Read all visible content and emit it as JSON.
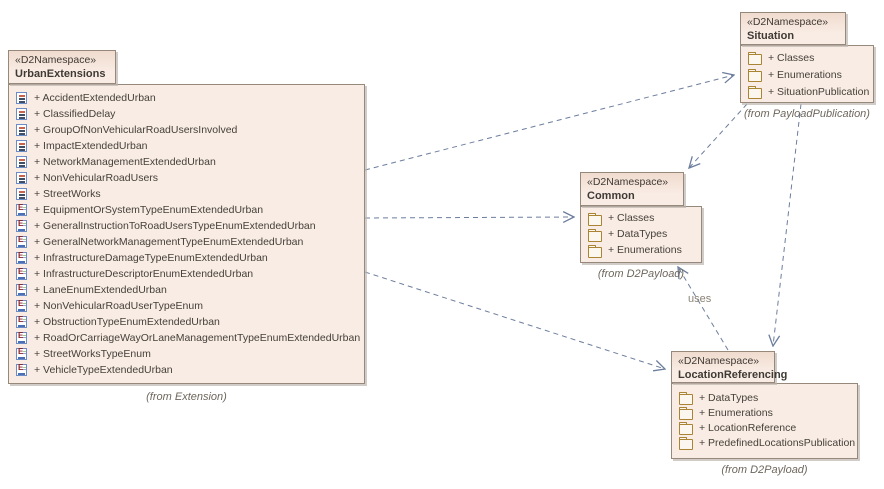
{
  "colors": {
    "background": "#ffffff",
    "package_fill": "#f9ece4",
    "package_border": "#97887c",
    "shadow": "#beb6af",
    "connector": "#6c7d9d",
    "text": "#3f3a34",
    "caption_text": "#6e675d",
    "folder_icon": "#a98434",
    "class_icon_blue": "#6b8cc7",
    "enum_letter_red": "#8c1f24"
  },
  "packages": {
    "urban_extensions": {
      "stereotype": "«D2Namespace»",
      "name": "UrbanExtensions",
      "caption": "(from Extension)",
      "items": [
        {
          "icon": "class",
          "label": "+ AccidentExtendedUrban"
        },
        {
          "icon": "class",
          "label": "+ ClassifiedDelay"
        },
        {
          "icon": "class",
          "label": "+ GroupOfNonVehicularRoadUsersInvolved"
        },
        {
          "icon": "class",
          "label": "+ ImpactExtendedUrban"
        },
        {
          "icon": "class",
          "label": "+ NetworkManagementExtendedUrban"
        },
        {
          "icon": "class",
          "label": "+ NonVehicularRoadUsers"
        },
        {
          "icon": "class",
          "label": "+ StreetWorks"
        },
        {
          "icon": "enum",
          "label": "+ EquipmentOrSystemTypeEnumExtendedUrban"
        },
        {
          "icon": "enum",
          "label": "+ GeneralInstructionToRoadUsersTypeEnumExtendedUrban"
        },
        {
          "icon": "enum",
          "label": "+ GeneralNetworkManagementTypeEnumExtendedUrban"
        },
        {
          "icon": "enum",
          "label": "+ InfrastructureDamageTypeEnumExtendedUrban"
        },
        {
          "icon": "enum",
          "label": "+ InfrastructureDescriptorEnumExtendedUrban"
        },
        {
          "icon": "enum",
          "label": "+ LaneEnumExtendedUrban"
        },
        {
          "icon": "enum",
          "label": "+ NonVehicularRoadUserTypeEnum"
        },
        {
          "icon": "enum",
          "label": "+ ObstructionTypeEnumExtendedUrban"
        },
        {
          "icon": "enum",
          "label": "+ RoadOrCarriageWayOrLaneManagementTypeEnumExtendedUrban"
        },
        {
          "icon": "enum",
          "label": "+ StreetWorksTypeEnum"
        },
        {
          "icon": "enum",
          "label": "+ VehicleTypeExtendedUrban"
        }
      ]
    },
    "situation": {
      "stereotype": "«D2Namespace»",
      "name": "Situation",
      "caption": "(from PayloadPublication)",
      "items": [
        {
          "icon": "folder",
          "label": "+ Classes"
        },
        {
          "icon": "folder",
          "label": "+ Enumerations"
        },
        {
          "icon": "folder",
          "label": "+ SituationPublication"
        }
      ]
    },
    "common": {
      "stereotype": "«D2Namespace»",
      "name": "Common",
      "caption": "(from D2Payload)",
      "items": [
        {
          "icon": "folder",
          "label": "+ Classes"
        },
        {
          "icon": "folder",
          "label": "+ DataTypes"
        },
        {
          "icon": "folder",
          "label": "+ Enumerations"
        }
      ]
    },
    "location_referencing": {
      "stereotype": "«D2Namespace»",
      "name": "LocationReferencing",
      "caption": "(from D2Payload)",
      "items": [
        {
          "icon": "folder",
          "label": "+ DataTypes"
        },
        {
          "icon": "folder",
          "label": "+ Enumerations"
        },
        {
          "icon": "folder",
          "label": "+ LocationReference"
        },
        {
          "icon": "folder",
          "label": "+ PredefinedLocationsPublication"
        }
      ]
    }
  },
  "connectors": {
    "uses_label": "uses",
    "relations": [
      {
        "from": "UrbanExtensions",
        "to": "Situation",
        "style": "dashed-dependency"
      },
      {
        "from": "UrbanExtensions",
        "to": "Common",
        "style": "dashed-dependency"
      },
      {
        "from": "UrbanExtensions",
        "to": "LocationReferencing",
        "style": "dashed-dependency"
      },
      {
        "from": "Situation",
        "to": "Common",
        "style": "dashed-dependency"
      },
      {
        "from": "Situation",
        "to": "LocationReferencing",
        "style": "dashed-dependency"
      },
      {
        "from": "LocationReferencing",
        "to": "Common",
        "style": "dashed-dependency",
        "label": "uses"
      }
    ]
  }
}
